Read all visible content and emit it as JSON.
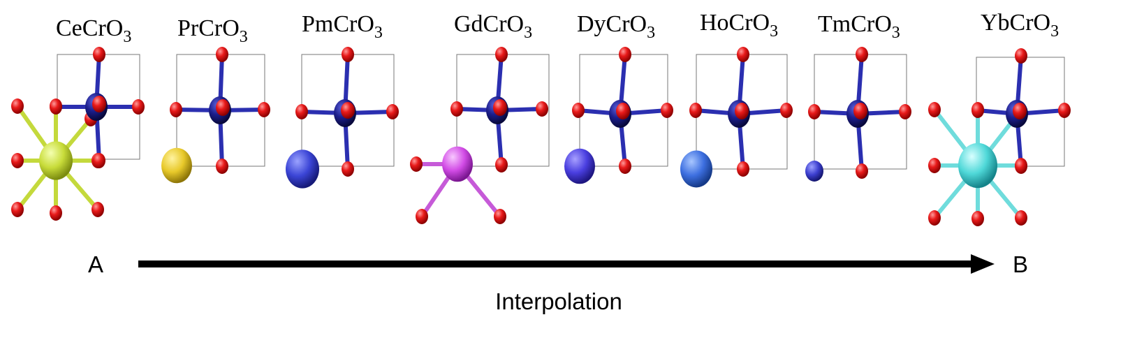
{
  "structures": [
    {
      "formula": "CeCrO",
      "subscript": "3",
      "a_site": "yellow-green",
      "a_color": "#c8dc3a",
      "bond_color": "#c4d93c"
    },
    {
      "formula": "PrCrO",
      "subscript": "3",
      "a_site": "yellow",
      "a_color": "#e8c92a"
    },
    {
      "formula": "PmCrO",
      "subscript": "3",
      "a_site": "blue",
      "a_color": "#3b45d6"
    },
    {
      "formula": "GdCrO",
      "subscript": "3",
      "a_site": "magenta",
      "a_color": "#d24ce6",
      "bond_color": "#c65ad8"
    },
    {
      "formula": "DyCrO",
      "subscript": "3",
      "a_site": "indigo",
      "a_color": "#4a3fe0"
    },
    {
      "formula": "HoCrO",
      "subscript": "3",
      "a_site": "azure",
      "a_color": "#3d6fe0"
    },
    {
      "formula": "TmCrO",
      "subscript": "3",
      "a_site": "small-blue",
      "a_color": "#3c3fcf"
    },
    {
      "formula": "YbCrO",
      "subscript": "3",
      "a_site": "cyan",
      "a_color": "#4fd8d8",
      "bond_color": "#6fdcdc"
    }
  ],
  "atom_colors": {
    "cr": "#1c1e8c",
    "oxygen": "#e01414",
    "cr_o_bond": "#2b2fb0"
  },
  "start_label": "A",
  "end_label": "B",
  "caption": "Interpolation"
}
